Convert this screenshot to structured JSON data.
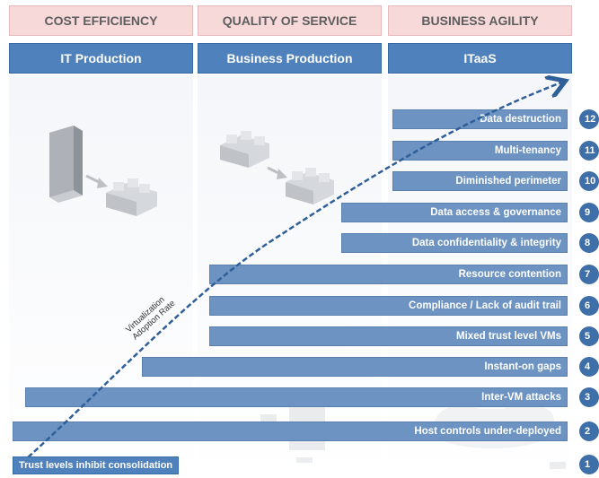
{
  "headers": [
    "COST EFFICIENCY",
    "QUALITY OF SERVICE",
    "BUSINESS AGILITY"
  ],
  "subheaders": [
    "IT Production",
    "Business Production",
    "ITaaS"
  ],
  "curve_label": [
    "Virtualization",
    "Adoption Rate"
  ],
  "bottom_label": "Trust levels inhibit consolidation",
  "rows": [
    {
      "label": "Data destruction",
      "num": "12"
    },
    {
      "label": "Multi-tenancy",
      "num": "11"
    },
    {
      "label": "Diminished perimeter",
      "num": "10"
    },
    {
      "label": "Data access & governance",
      "num": "9"
    },
    {
      "label": "Data confidentiality & integrity",
      "num": "8"
    },
    {
      "label": "Resource contention",
      "num": "7"
    },
    {
      "label": "Compliance / Lack of audit trail",
      "num": "6"
    },
    {
      "label": "Mixed trust level VMs",
      "num": "5"
    },
    {
      "label": "Instant-on gaps",
      "num": "4"
    },
    {
      "label": "Inter-VM attacks",
      "num": "3"
    },
    {
      "label": "Host controls under-deployed",
      "num": "2"
    },
    {
      "label": "",
      "num": "1"
    }
  ],
  "colors": {
    "header_bg": "#f7d9da",
    "subheader_bg": "#4f81bd",
    "bar_bg": "#6c93c2",
    "badge_bg": "#3f6fa8"
  }
}
